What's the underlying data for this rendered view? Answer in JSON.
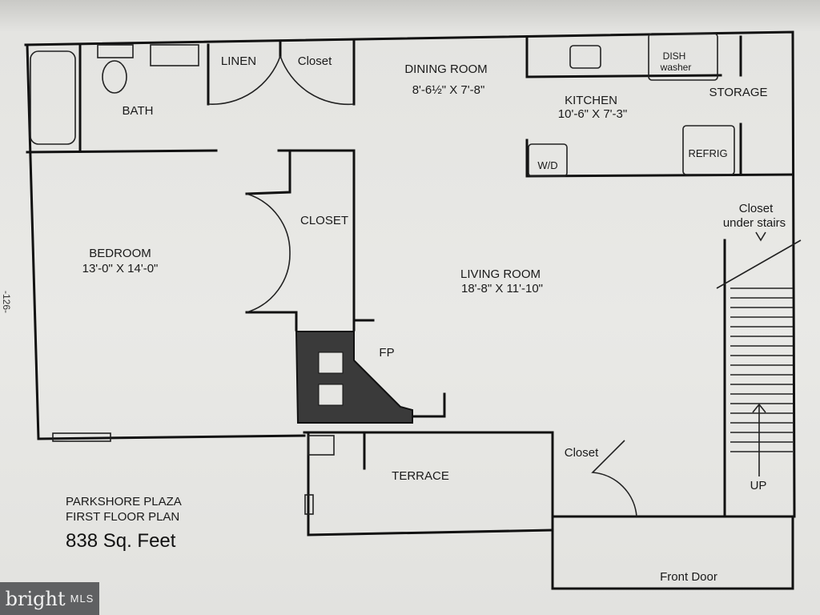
{
  "plan": {
    "title_line1": "PARKSHORE PLAZA",
    "title_line2": "FIRST FLOOR PLAN",
    "area": "838 Sq. Feet",
    "page_number": "-126-"
  },
  "rooms": {
    "bath": "BATH",
    "linen": "LINEN",
    "closet_top": "Closet",
    "dining": "DINING ROOM",
    "dining_dim": "8'-6½\" X 7'-8\"",
    "kitchen": "KITCHEN",
    "kitchen_dim": "10'-6\" X 7'-3\"",
    "dishwasher_1": "DISH",
    "dishwasher_2": "washer",
    "storage": "STORAGE",
    "refrig": "REFRIG",
    "wd": "W/D",
    "closet_bed": "CLOSET",
    "bedroom": "BEDROOM",
    "bedroom_dim": "13'-0\" X 14'-0\"",
    "living": "LIVING ROOM",
    "living_dim": "18'-8\" X 11'-10\"",
    "fp": "FP",
    "under_stairs_1": "Closet",
    "under_stairs_2": "under stairs",
    "terrace": "TERRACE",
    "closet_front": "Closet",
    "up": "UP",
    "front_door": "Front Door"
  },
  "watermark": {
    "brand": "bright",
    "suffix": "MLS"
  }
}
